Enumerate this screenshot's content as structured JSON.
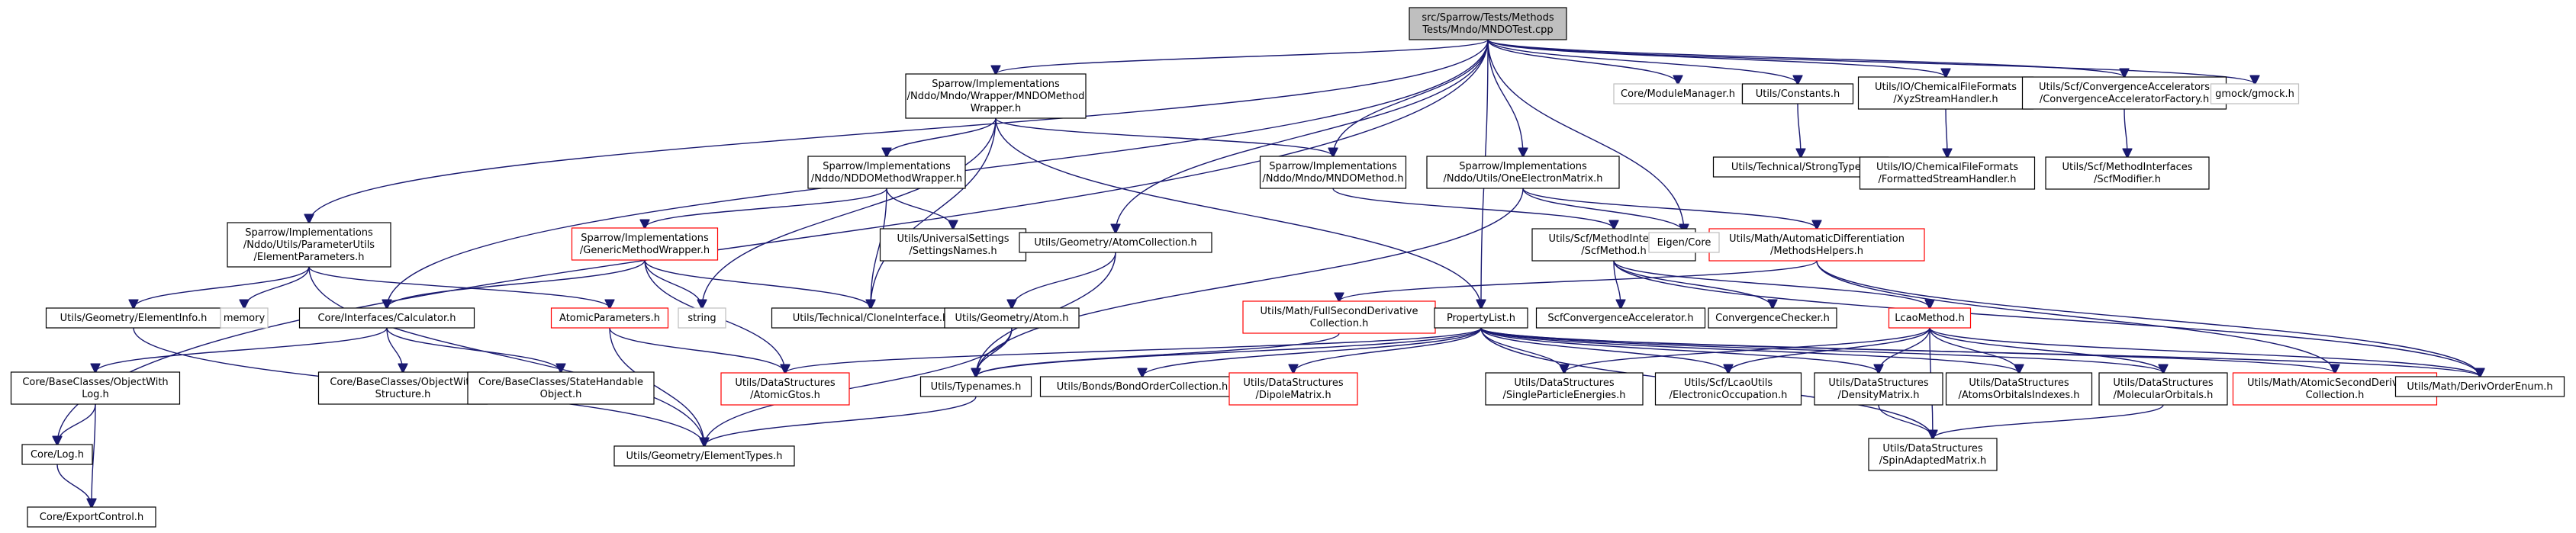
{
  "diagram": {
    "nodes": [
      {
        "id": "root",
        "lines": [
          "src/Sparrow/Tests/Methods",
          "Tests/Mndo/MNDOTest.cpp"
        ],
        "style": "root"
      },
      {
        "id": "logh",
        "lines": [
          "Core/Log.h"
        ],
        "style": "normal"
      },
      {
        "id": "exportcontrol",
        "lines": [
          "Core/ExportControl.h"
        ],
        "style": "normal"
      },
      {
        "id": "objwithlog",
        "lines": [
          "Core/BaseClasses/ObjectWith",
          "Log.h"
        ],
        "style": "normal"
      },
      {
        "id": "elementparams",
        "lines": [
          "Sparrow/Implementations",
          "/Nddo/Utils/ParameterUtils",
          "/ElementParameters.h"
        ],
        "style": "normal"
      },
      {
        "id": "elementinfo",
        "lines": [
          "Utils/Geometry/ElementInfo.h"
        ],
        "style": "normal"
      },
      {
        "id": "memory",
        "lines": [
          "memory"
        ],
        "style": "grey"
      },
      {
        "id": "calculator",
        "lines": [
          "Core/Interfaces/Calculator.h"
        ],
        "style": "normal"
      },
      {
        "id": "objwithstructure",
        "lines": [
          "Core/BaseClasses/ObjectWith",
          "Structure.h"
        ],
        "style": "normal"
      },
      {
        "id": "statehandable",
        "lines": [
          "Core/BaseClasses/StateHandable",
          "Object.h"
        ],
        "style": "normal"
      },
      {
        "id": "atomicparams",
        "lines": [
          "AtomicParameters.h"
        ],
        "style": "red"
      },
      {
        "id": "elementtypes",
        "lines": [
          "Utils/Geometry/ElementTypes.h"
        ],
        "style": "normal"
      },
      {
        "id": "mndowrapper",
        "lines": [
          "Sparrow/Implementations",
          "/Nddo/Mndo/Wrapper/MNDOMethod",
          "Wrapper.h"
        ],
        "style": "normal"
      },
      {
        "id": "nddowrapper",
        "lines": [
          "Sparrow/Implementations",
          "/Nddo/NDDOMethodWrapper.h"
        ],
        "style": "normal"
      },
      {
        "id": "genericwrapper",
        "lines": [
          "Sparrow/Implementations",
          "/GenericMethodWrapper.h"
        ],
        "style": "red"
      },
      {
        "id": "string",
        "lines": [
          "string"
        ],
        "style": "grey"
      },
      {
        "id": "clone",
        "lines": [
          "Utils/Technical/CloneInterface.h"
        ],
        "style": "normal"
      },
      {
        "id": "univsettings",
        "lines": [
          "Utils/UniversalSettings",
          "/SettingsNames.h"
        ],
        "style": "normal"
      },
      {
        "id": "atomicgtos",
        "lines": [
          "Utils/DataStructures",
          "/AtomicGtos.h"
        ],
        "style": "red"
      },
      {
        "id": "atomcollection",
        "lines": [
          "Utils/Geometry/AtomCollection.h"
        ],
        "style": "normal"
      },
      {
        "id": "atomh",
        "lines": [
          "Utils/Geometry/Atom.h"
        ],
        "style": "normal"
      },
      {
        "id": "typenames",
        "lines": [
          "Utils/Typenames.h"
        ],
        "style": "normal"
      },
      {
        "id": "bondorder",
        "lines": [
          "Utils/Bonds/BondOrderCollection.h"
        ],
        "style": "normal"
      },
      {
        "id": "dipolematrix",
        "lines": [
          "Utils/DataStructures",
          "/DipoleMatrix.h"
        ],
        "style": "red"
      },
      {
        "id": "mndomethod",
        "lines": [
          "Sparrow/Implementations",
          "/Nddo/Mndo/MNDOMethod.h"
        ],
        "style": "normal"
      },
      {
        "id": "oneelectron",
        "lines": [
          "Sparrow/Implementations",
          "/Nddo/Utils/OneElectronMatrix.h"
        ],
        "style": "normal"
      },
      {
        "id": "fullsecond",
        "lines": [
          "Utils/Math/FullSecondDerivative",
          "Collection.h"
        ],
        "style": "red"
      },
      {
        "id": "propertylist",
        "lines": [
          "PropertyList.h"
        ],
        "style": "normal"
      },
      {
        "id": "scfmethodiface",
        "lines": [
          "Utils/Scf/MethodInterfaces",
          "/ScfMethod.h"
        ],
        "style": "normal"
      },
      {
        "id": "scfconvacc",
        "lines": [
          "ScfConvergenceAccelerator.h"
        ],
        "style": "normal"
      },
      {
        "id": "convchecker",
        "lines": [
          "ConvergenceChecker.h"
        ],
        "style": "normal"
      },
      {
        "id": "autodiff",
        "lines": [
          "Utils/Math/AutomaticDifferentiation",
          "/MethodsHelpers.h"
        ],
        "style": "red"
      },
      {
        "id": "lcaomethod",
        "lines": [
          "LcaoMethod.h"
        ],
        "style": "red"
      },
      {
        "id": "singleparticle",
        "lines": [
          "Utils/DataStructures",
          "/SingleParticleEnergies.h"
        ],
        "style": "normal"
      },
      {
        "id": "electronicocc",
        "lines": [
          "Utils/Scf/LcaoUtils",
          "/ElectronicOccupation.h"
        ],
        "style": "normal"
      },
      {
        "id": "densitymatrix",
        "lines": [
          "Utils/DataStructures",
          "/DensityMatrix.h"
        ],
        "style": "normal"
      },
      {
        "id": "atomsorbitals",
        "lines": [
          "Utils/DataStructures",
          "/AtomsOrbitalsIndexes.h"
        ],
        "style": "normal"
      },
      {
        "id": "molecularorbitals",
        "lines": [
          "Utils/DataStructures",
          "/MolecularOrbitals.h"
        ],
        "style": "normal"
      },
      {
        "id": "spinadapted",
        "lines": [
          "Utils/DataStructures",
          "/SpinAdaptedMatrix.h"
        ],
        "style": "normal"
      },
      {
        "id": "atomicsecond",
        "lines": [
          "Utils/Math/AtomicSecondDerivative",
          "Collection.h"
        ],
        "style": "red"
      },
      {
        "id": "derivorder",
        "lines": [
          "Utils/Math/DerivOrderEnum.h"
        ],
        "style": "normal"
      },
      {
        "id": "modulemanager",
        "lines": [
          "Core/ModuleManager.h"
        ],
        "style": "grey"
      },
      {
        "id": "constants",
        "lines": [
          "Utils/Constants.h"
        ],
        "style": "normal"
      },
      {
        "id": "strongtype",
        "lines": [
          "Utils/Technical/StrongType.h"
        ],
        "style": "normal"
      },
      {
        "id": "eigencore",
        "lines": [
          "Eigen/Core"
        ],
        "style": "grey"
      },
      {
        "id": "xyzstream",
        "lines": [
          "Utils/IO/ChemicalFileFormats",
          "/XyzStreamHandler.h"
        ],
        "style": "normal"
      },
      {
        "id": "formattedstream",
        "lines": [
          "Utils/IO/ChemicalFileFormats",
          "/FormattedStreamHandler.h"
        ],
        "style": "normal"
      },
      {
        "id": "convaccfactory",
        "lines": [
          "Utils/Scf/ConvergenceAccelerators",
          "/ConvergenceAcceleratorFactory.h"
        ],
        "style": "normal"
      },
      {
        "id": "scfmodifier",
        "lines": [
          "Utils/Scf/MethodInterfaces",
          "/ScfModifier.h"
        ],
        "style": "normal"
      },
      {
        "id": "gmock",
        "lines": [
          "gmock/gmock.h"
        ],
        "style": "grey"
      }
    ],
    "edges": [
      [
        "root",
        "logh"
      ],
      [
        "root",
        "elementparams"
      ],
      [
        "root",
        "calculator"
      ],
      [
        "root",
        "mndowrapper"
      ],
      [
        "root",
        "atomcollection"
      ],
      [
        "root",
        "mndomethod"
      ],
      [
        "root",
        "oneelectron"
      ],
      [
        "root",
        "modulemanager"
      ],
      [
        "root",
        "constants"
      ],
      [
        "root",
        "eigencore"
      ],
      [
        "root",
        "xyzstream"
      ],
      [
        "root",
        "convaccfactory"
      ],
      [
        "root",
        "gmock"
      ],
      [
        "root",
        "propertylist"
      ],
      [
        "logh",
        "exportcontrol"
      ],
      [
        "objwithlog",
        "logh"
      ],
      [
        "objwithlog",
        "exportcontrol"
      ],
      [
        "elementparams",
        "elementinfo"
      ],
      [
        "elementparams",
        "memory"
      ],
      [
        "elementparams",
        "atomicparams"
      ],
      [
        "elementparams",
        "elementtypes"
      ],
      [
        "elementinfo",
        "elementtypes"
      ],
      [
        "calculator",
        "objwithlog"
      ],
      [
        "calculator",
        "objwithstructure"
      ],
      [
        "calculator",
        "statehandable"
      ],
      [
        "atomicparams",
        "atomicgtos"
      ],
      [
        "atomicparams",
        "elementtypes"
      ],
      [
        "mndowrapper",
        "nddowrapper"
      ],
      [
        "mndowrapper",
        "string"
      ],
      [
        "mndowrapper",
        "clone"
      ],
      [
        "mndowrapper",
        "mndomethod"
      ],
      [
        "mndowrapper",
        "propertylist"
      ],
      [
        "nddowrapper",
        "genericwrapper"
      ],
      [
        "nddowrapper",
        "univsettings"
      ],
      [
        "nddowrapper",
        "clone"
      ],
      [
        "genericwrapper",
        "calculator"
      ],
      [
        "genericwrapper",
        "string"
      ],
      [
        "genericwrapper",
        "clone"
      ],
      [
        "genericwrapper",
        "atomicgtos"
      ],
      [
        "atomcollection",
        "atomh"
      ],
      [
        "atomcollection",
        "typenames"
      ],
      [
        "atomh",
        "typenames"
      ],
      [
        "atomh",
        "elementtypes"
      ],
      [
        "typenames",
        "elementtypes"
      ],
      [
        "mndomethod",
        "scfmethodiface"
      ],
      [
        "oneelectron",
        "typenames"
      ],
      [
        "oneelectron",
        "autodiff"
      ],
      [
        "oneelectron",
        "eigencore"
      ],
      [
        "fullsecond",
        "typenames"
      ],
      [
        "propertylist",
        "typenames"
      ],
      [
        "propertylist",
        "bondorder"
      ],
      [
        "propertylist",
        "dipolematrix"
      ],
      [
        "propertylist",
        "atomicgtos"
      ],
      [
        "propertylist",
        "singleparticle"
      ],
      [
        "propertylist",
        "electronicocc"
      ],
      [
        "propertylist",
        "densitymatrix"
      ],
      [
        "propertylist",
        "atomsorbitals"
      ],
      [
        "propertylist",
        "molecularorbitals"
      ],
      [
        "propertylist",
        "spinadapted"
      ],
      [
        "propertylist",
        "atomicsecond"
      ],
      [
        "propertylist",
        "derivorder"
      ],
      [
        "scfmethodiface",
        "scfconvacc"
      ],
      [
        "scfmethodiface",
        "convchecker"
      ],
      [
        "scfmethodiface",
        "lcaomethod"
      ],
      [
        "scfmethodiface",
        "derivorder"
      ],
      [
        "autodiff",
        "fullsecond"
      ],
      [
        "autodiff",
        "atomicsecond"
      ],
      [
        "autodiff",
        "derivorder"
      ],
      [
        "lcaomethod",
        "singleparticle"
      ],
      [
        "lcaomethod",
        "electronicocc"
      ],
      [
        "lcaomethod",
        "densitymatrix"
      ],
      [
        "lcaomethod",
        "atomsorbitals"
      ],
      [
        "lcaomethod",
        "molecularorbitals"
      ],
      [
        "lcaomethod",
        "spinadapted"
      ],
      [
        "lcaomethod",
        "derivorder"
      ],
      [
        "densitymatrix",
        "spinadapted"
      ],
      [
        "molecularorbitals",
        "spinadapted"
      ],
      [
        "constants",
        "strongtype"
      ],
      [
        "xyzstream",
        "formattedstream"
      ],
      [
        "convaccfactory",
        "scfmodifier"
      ]
    ]
  }
}
